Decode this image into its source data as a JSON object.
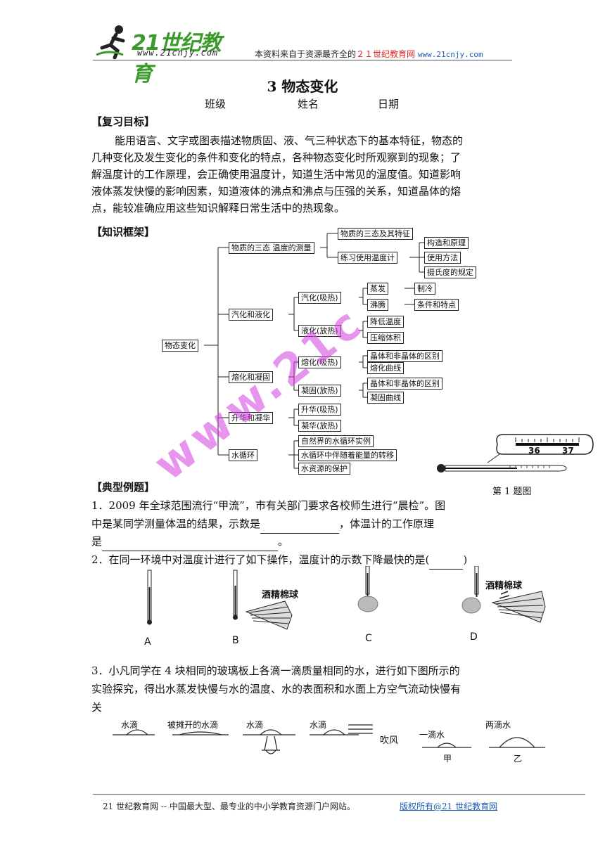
{
  "header": {
    "logo_text": "21世纪教育",
    "logo_url": "www.21cnjy.com",
    "note_prefix": "本资料来自于资源最齐全的",
    "note_brand": "２１世纪教育网",
    "note_url": "www.21cnjy.com"
  },
  "title": "3  物态变化",
  "meta": {
    "class_label": "班级",
    "name_label": "姓名",
    "date_label": "日期"
  },
  "review": {
    "heading": "【复习目标】",
    "lines": [
      "能用语言、文字或图表描述物质固、液、气三种状态下的基本特征，物态的",
      "几种变化及发生变化的条件和变化的特点，各种物态变化时所观察到的现象；了",
      "解温度计的工作原理，会正确使用温度计，知道生活中常见的温度值。知道影响",
      "液体蒸发快慢的影响因素，知道液体的沸点和沸点与压强的关系，知道晶体的熔",
      "点，能较准确应用这些知识解释日常生活中的热现象。"
    ]
  },
  "framework": {
    "heading": "【知识框架】",
    "root": "物态变化",
    "l1": [
      "物质的三态 温度的测量",
      "汽化和液化",
      "熔化和凝固",
      "升华和凝华",
      "水循环"
    ],
    "l2": {
      "n0a": "物质的三态及其特征",
      "n0b": "练习使用温度计",
      "n1a": "汽化(吸热)",
      "n1b": "液化(放热)",
      "n2a": "熔化(吸热)",
      "n2b": "凝固(放热)",
      "n3a": "升华(吸热)",
      "n3b": "凝华(放热)",
      "n4a": "自然界的水循环实例",
      "n4b": "水循环中伴随着能量的转移",
      "n4c": "水资源的保护"
    },
    "l3": {
      "t1": "构造和原理",
      "t2": "使用方法",
      "t3": "摄氏度的规定",
      "e1": "蒸发",
      "e2": "沸腾",
      "e1r": "制冷",
      "e2r": "条件和特点",
      "y1": "降低温度",
      "y2": "压缩体积",
      "m1": "晶体和非晶体的区别",
      "m2": "熔化曲线",
      "s1": "晶体和非晶体的区别",
      "s2": "凝固曲线"
    }
  },
  "figure1": {
    "caption": "第 1 题图",
    "tick_left": "36",
    "tick_right": "37"
  },
  "examples": {
    "heading": "【典型例题】",
    "q1_a": "1．2009 年全球范围流行“甲流”，市有关部门要求各校师生进行“晨检”。图",
    "q1_b": "中是某同学测量体温的结果，示数是",
    "q1_c": "，体温计的工作原理",
    "q1_d": "是",
    "q1_e": "。",
    "q2": "2．在同一环境中对温度计进行了如下操作，温度计的示数下降最快的是(",
    "q2_end": ")",
    "q2_labels": [
      "A",
      "B",
      "C",
      "D"
    ],
    "q2_cotton": "酒精棉球",
    "q3_lines": [
      "3．小凡同学在 4 块相同的玻璃板上各滴一滴质量相同的水，进行如下图所示的",
      "实验探究，得出水蒸发快慢与水的温度、水的表面积和水面上方空气流动快慢有",
      "关"
    ],
    "q3_fig": {
      "drop": "水滴",
      "spread": "被摊开的水滴",
      "blow": "吹风",
      "one": "一滴水",
      "two": "两滴水",
      "jia": "甲",
      "yi": "乙"
    }
  },
  "watermark": "www.21c",
  "footer": {
    "left": "21 世纪教育网 -- 中国最大型、最专业的中小学教育资源门户网站。",
    "right": "版权所有@21 世纪教育网"
  }
}
